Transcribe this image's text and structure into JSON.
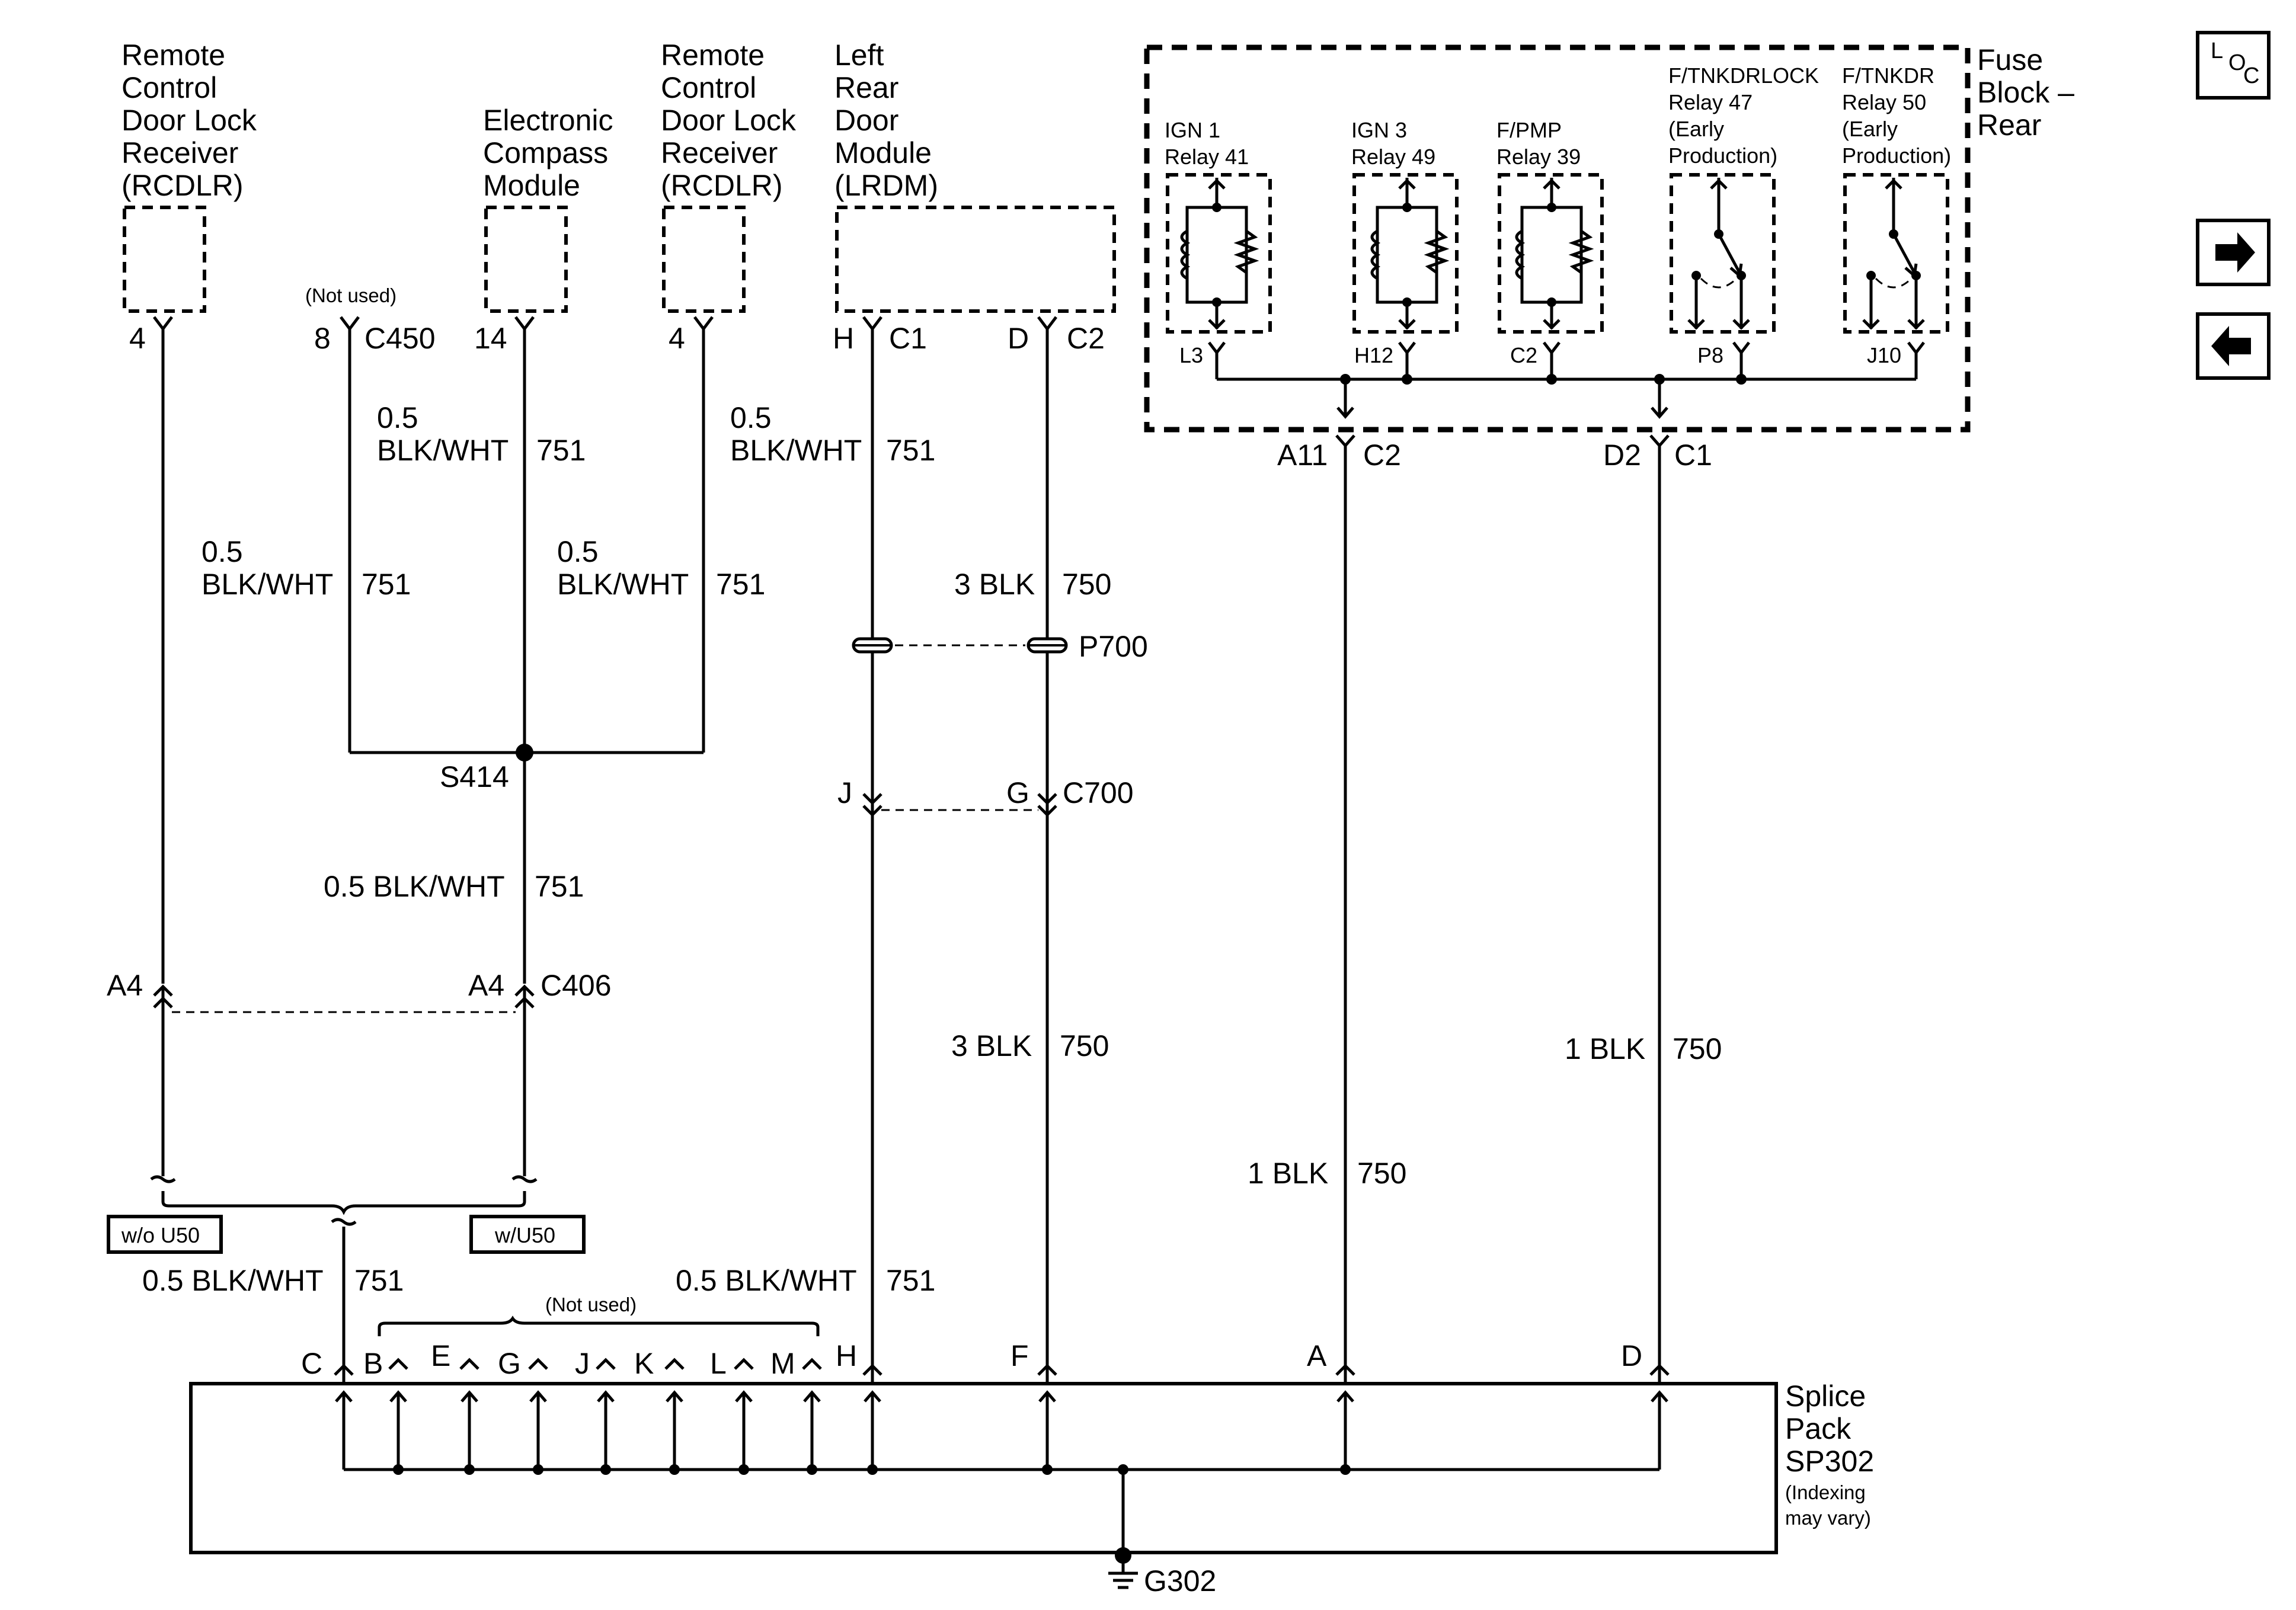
{
  "components": {
    "rcdlr_left": {
      "lines": [
        "Remote",
        "Control",
        "Door Lock",
        "Receiver",
        "(RCDLR)"
      ]
    },
    "compass": {
      "lines": [
        "Electronic",
        "Compass",
        "Module"
      ]
    },
    "rcdlr_right": {
      "lines": [
        "Remote",
        "Control",
        "Door Lock",
        "Receiver",
        "(RCDLR)"
      ]
    },
    "lrdm": {
      "lines": [
        "Left",
        "Rear",
        "Door",
        "Module",
        "(LRDM)"
      ]
    },
    "fuse_block": {
      "lines": [
        "Fuse",
        "Block –",
        "Rear"
      ]
    },
    "splice_pack": {
      "lines": [
        "Splice",
        "Pack",
        "SP302"
      ],
      "note": [
        "(Indexing",
        "may vary)"
      ]
    }
  },
  "relays": [
    {
      "lines": [
        "IGN 1",
        "Relay 41"
      ],
      "pin": "L3"
    },
    {
      "lines": [
        "IGN 3",
        "Relay 49"
      ],
      "pin": "H12"
    },
    {
      "lines": [
        "F/PMP",
        "Relay 39"
      ],
      "pin": "C2"
    },
    {
      "lines": [
        "F/TNKDRLOCK",
        "Relay 47",
        "(Early",
        "Production)"
      ],
      "pin": "P8"
    },
    {
      "lines": [
        "F/TNKDR",
        "Relay 50",
        "(Early",
        "Production)"
      ],
      "pin": "J10"
    }
  ],
  "pins": {
    "rcdlr_left": "4",
    "not_used_top": "(Not used)",
    "c450_pin": "8",
    "c450": "C450",
    "compass": "14",
    "rcdlr_right": "4",
    "lrdm_h": "H",
    "lrdm_c1": "C1",
    "lrdm_d": "D",
    "lrdm_c2": "C2",
    "fb_a11": "A11",
    "fb_c2": "C2",
    "fb_d2": "D2",
    "fb_c1": "C1"
  },
  "wires": {
    "w_size_05": "0.5",
    "w_color_bw": "BLK/WHT",
    "w_circuit_751": "751",
    "w_full_05": "0.5 BLK/WHT",
    "w_3blk": "3 BLK",
    "w_1blk": "1 BLK",
    "w_circuit_750": "750"
  },
  "connectors": {
    "s414": "S414",
    "p700": "P700",
    "c700_j": "J",
    "c700_g": "G",
    "c700": "C700",
    "c406_a4_left": "A4",
    "c406_a4_right": "A4",
    "c406": "C406",
    "g302": "G302"
  },
  "options": {
    "wo_u50": "w/o U50",
    "w_u50": "w/U50"
  },
  "splice_pins": {
    "not_used": "(Not used)",
    "labels": [
      "C",
      "B",
      "E",
      "G",
      "J",
      "K",
      "L",
      "M",
      "H",
      "F",
      "A",
      "D"
    ]
  },
  "nav": {
    "loc": [
      "L",
      "O",
      "C"
    ],
    "forward": "right-arrow-icon",
    "back": "left-arrow-icon"
  }
}
